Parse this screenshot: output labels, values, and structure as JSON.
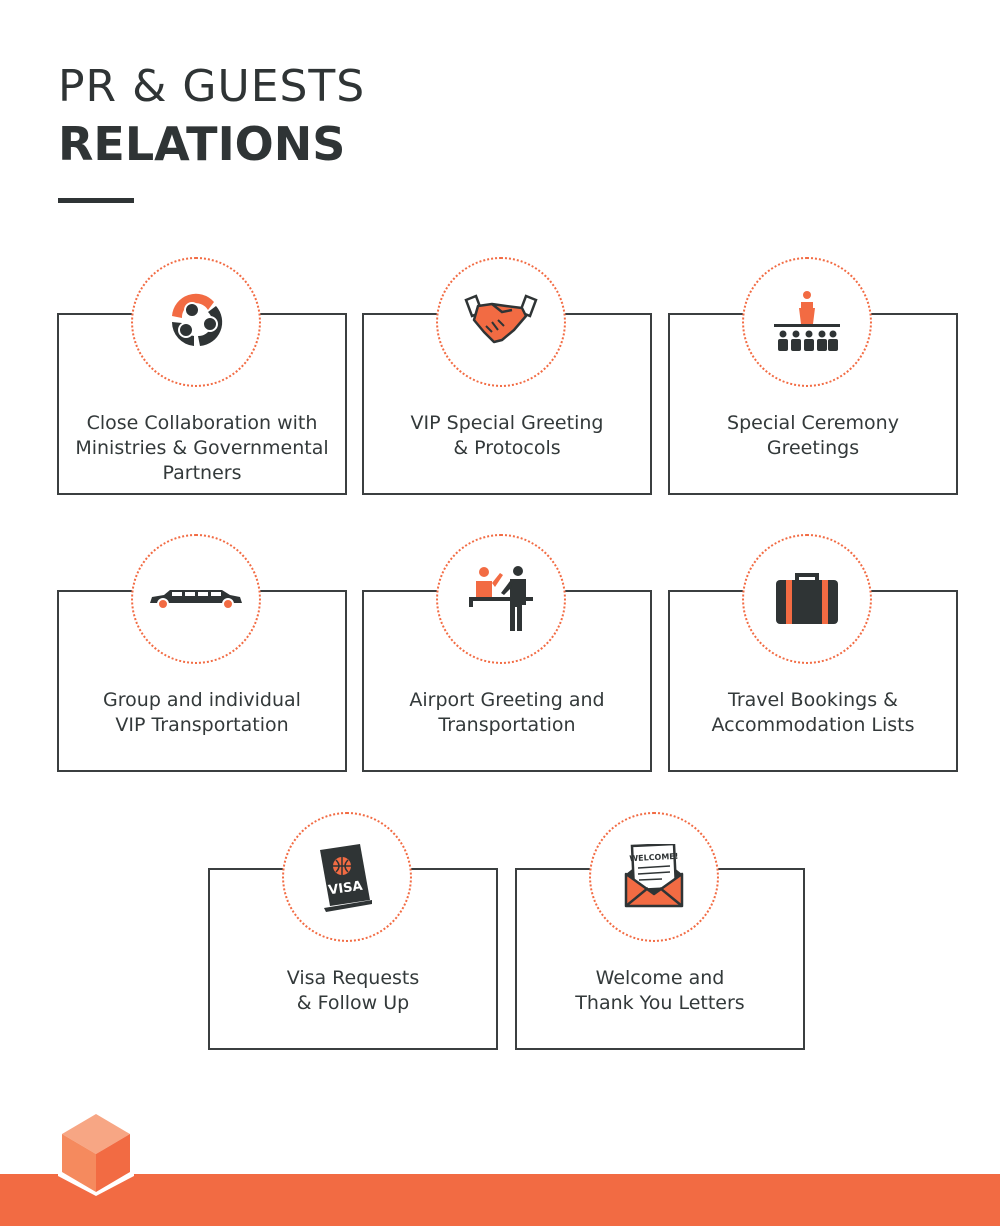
{
  "header": {
    "title_line1": "PR & GUESTS",
    "title_line2": "RELATIONS"
  },
  "colors": {
    "accent": "#f26b43",
    "dark": "#2f3435",
    "border": "#3b3f40",
    "text": "#33393a"
  },
  "services": [
    {
      "label": "Close Collaboration with\nMinistries & Governmental\nPartners",
      "icon": "collaboration-icon"
    },
    {
      "label": "VIP Special Greeting\n& Protocols",
      "icon": "handshake-icon"
    },
    {
      "label": "Special Ceremony\nGreetings",
      "icon": "ceremony-podium-icon"
    },
    {
      "label": "Group and individual\nVIP Transportation",
      "icon": "limousine-icon"
    },
    {
      "label": "Airport Greeting and\nTransportation",
      "icon": "airport-greeting-icon"
    },
    {
      "label": "Travel Bookings &\nAccommodation Lists",
      "icon": "suitcase-icon"
    },
    {
      "label": "Visa Requests\n& Follow Up",
      "icon": "passport-visa-icon",
      "icon_text": "VISA"
    },
    {
      "label": "Welcome and\nThank You Letters",
      "icon": "welcome-letter-icon",
      "icon_text": "WELCOME!"
    }
  ],
  "branding": {
    "logo": "cube-logo-icon"
  }
}
